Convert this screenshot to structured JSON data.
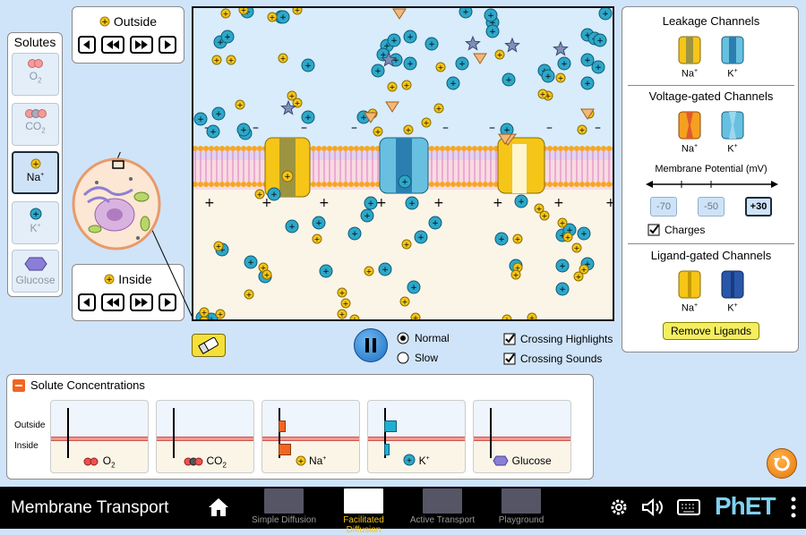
{
  "solutes": {
    "title": "Solutes",
    "items": [
      {
        "label": "O",
        "sub": "2",
        "sup": ""
      },
      {
        "label": "CO",
        "sub": "2",
        "sup": ""
      },
      {
        "label": "Na",
        "sub": "",
        "sup": "+"
      },
      {
        "label": "K",
        "sub": "",
        "sup": "+"
      },
      {
        "label": "Glucose",
        "sub": "",
        "sup": ""
      }
    ]
  },
  "outside_box": {
    "label": "Outside"
  },
  "inside_box": {
    "label": "Inside"
  },
  "membrane": {
    "neg_sign": "–",
    "pos_sign": "+"
  },
  "channels": {
    "leakage_title": "Leakage Channels",
    "voltage_title": "Voltage-gated Channels",
    "ligand_title": "Ligand-gated Channels",
    "na_label": "Na",
    "k_label": "K",
    "plus": "+",
    "potential_title": "Membrane Potential (mV)",
    "potential_options": [
      "-70",
      "-50",
      "+30"
    ],
    "charges_label": "Charges",
    "remove_ligands": "Remove Ligands"
  },
  "controls": {
    "normal": "Normal",
    "slow": "Slow",
    "crossing_highlights": "Crossing Highlights",
    "crossing_sounds": "Crossing Sounds"
  },
  "concentrations": {
    "title": "Solute Concentrations",
    "outside": "Outside",
    "inside": "Inside",
    "boxes": [
      {
        "name": "O",
        "sub": "2",
        "sup": ""
      },
      {
        "name": "CO",
        "sub": "2",
        "sup": ""
      },
      {
        "name": "Na",
        "sub": "",
        "sup": "+"
      },
      {
        "name": "K",
        "sub": "",
        "sup": "+"
      },
      {
        "name": "Glucose",
        "sub": "",
        "sup": ""
      }
    ]
  },
  "navbar": {
    "title": "Membrane Transport",
    "screens": [
      "Simple Diffusion",
      "Facilitated Diffusion",
      "Active Transport",
      "Playground"
    ],
    "brand": "PhET"
  }
}
